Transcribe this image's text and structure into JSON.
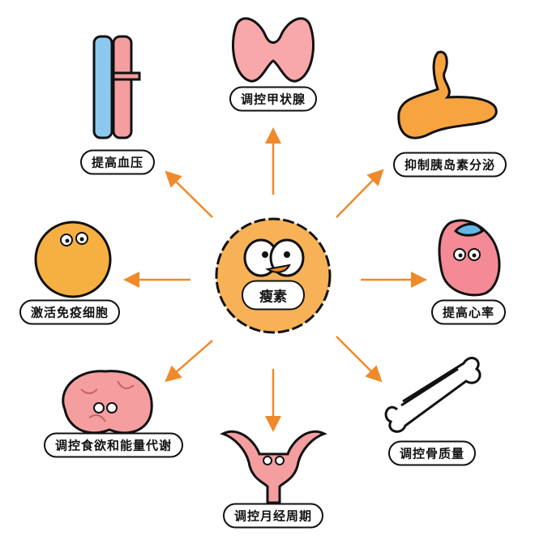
{
  "center": {
    "label": "瘦素"
  },
  "effects": {
    "thyroid": "调控甲状腺",
    "blood_pressure": "提高血压",
    "insulin": "抑制胰岛素分泌",
    "immune": "激活免疫细胞",
    "heart_rate": "提高心率",
    "appetite": "调控食欲和能量代谢",
    "bone": "调控骨质量",
    "menstrual": "调控月经周期"
  },
  "colors": {
    "arrow": "#ef8a2a",
    "leptin": "#f7b257",
    "organ_pink": "#f49ea0",
    "outline": "#111111"
  }
}
